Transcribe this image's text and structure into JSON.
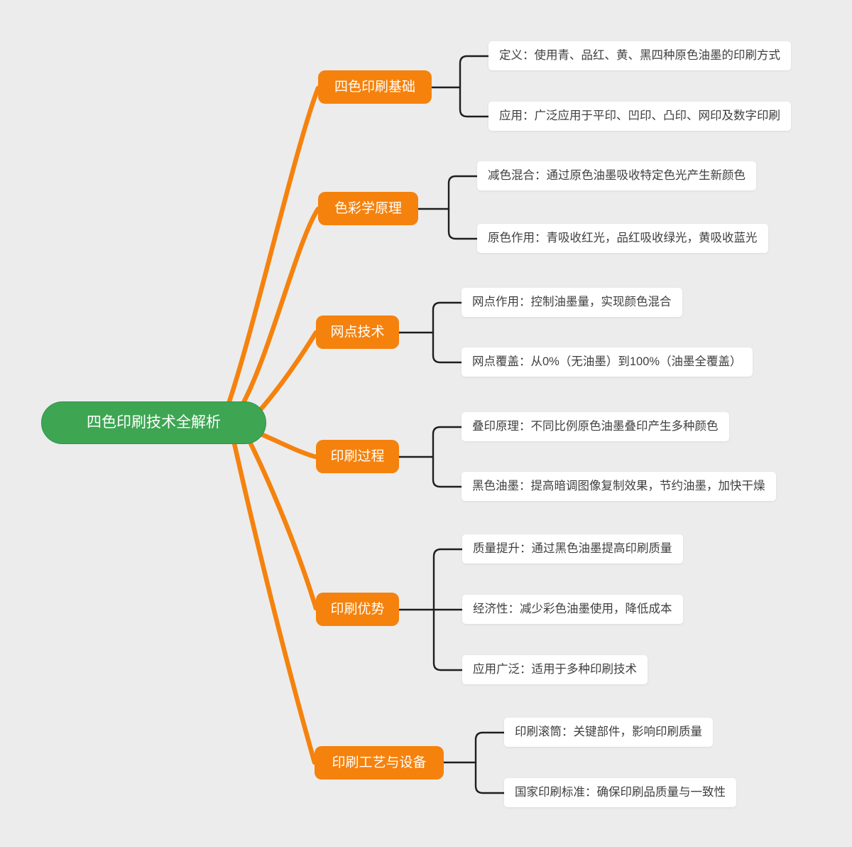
{
  "diagram": {
    "type": "mindmap",
    "background_color": "#ececec",
    "root": {
      "label": "四色印刷技术全解析",
      "fill_color": "#3ea653",
      "text_color": "#ffffff"
    },
    "branch_style": {
      "fill_color": "#f5820d",
      "text_color": "#ffffff",
      "link_color": "#f5820d"
    },
    "leaf_style": {
      "fill_color": "#ffffff",
      "text_color": "#3f3f3f",
      "link_color": "#1e1e1e"
    },
    "branches": [
      {
        "label": "四色印刷基础",
        "children": [
          {
            "text": "定义：使用青、品红、黄、黑四种原色油墨的印刷方式"
          },
          {
            "text": "应用：广泛应用于平印、凹印、凸印、网印及数字印刷"
          }
        ]
      },
      {
        "label": "色彩学原理",
        "children": [
          {
            "text": "减色混合：通过原色油墨吸收特定色光产生新颜色"
          },
          {
            "text": "原色作用：青吸收红光，品红吸收绿光，黄吸收蓝光"
          }
        ]
      },
      {
        "label": "网点技术",
        "children": [
          {
            "text": "网点作用：控制油墨量，实现颜色混合"
          },
          {
            "text": "网点覆盖：从0%（无油墨）到100%（油墨全覆盖）"
          }
        ]
      },
      {
        "label": "印刷过程",
        "children": [
          {
            "text": "叠印原理：不同比例原色油墨叠印产生多种颜色"
          },
          {
            "text": "黑色油墨：提高暗调图像复制效果，节约油墨，加快干燥"
          }
        ]
      },
      {
        "label": "印刷优势",
        "children": [
          {
            "text": "质量提升：通过黑色油墨提高印刷质量"
          },
          {
            "text": "经济性：减少彩色油墨使用，降低成本"
          },
          {
            "text": "应用广泛：适用于多种印刷技术"
          }
        ]
      },
      {
        "label": "印刷工艺与设备",
        "children": [
          {
            "text": "印刷滚筒：关键部件，影响印刷质量"
          },
          {
            "text": "国家印刷标准：确保印刷品质量与一致性"
          }
        ]
      }
    ]
  }
}
